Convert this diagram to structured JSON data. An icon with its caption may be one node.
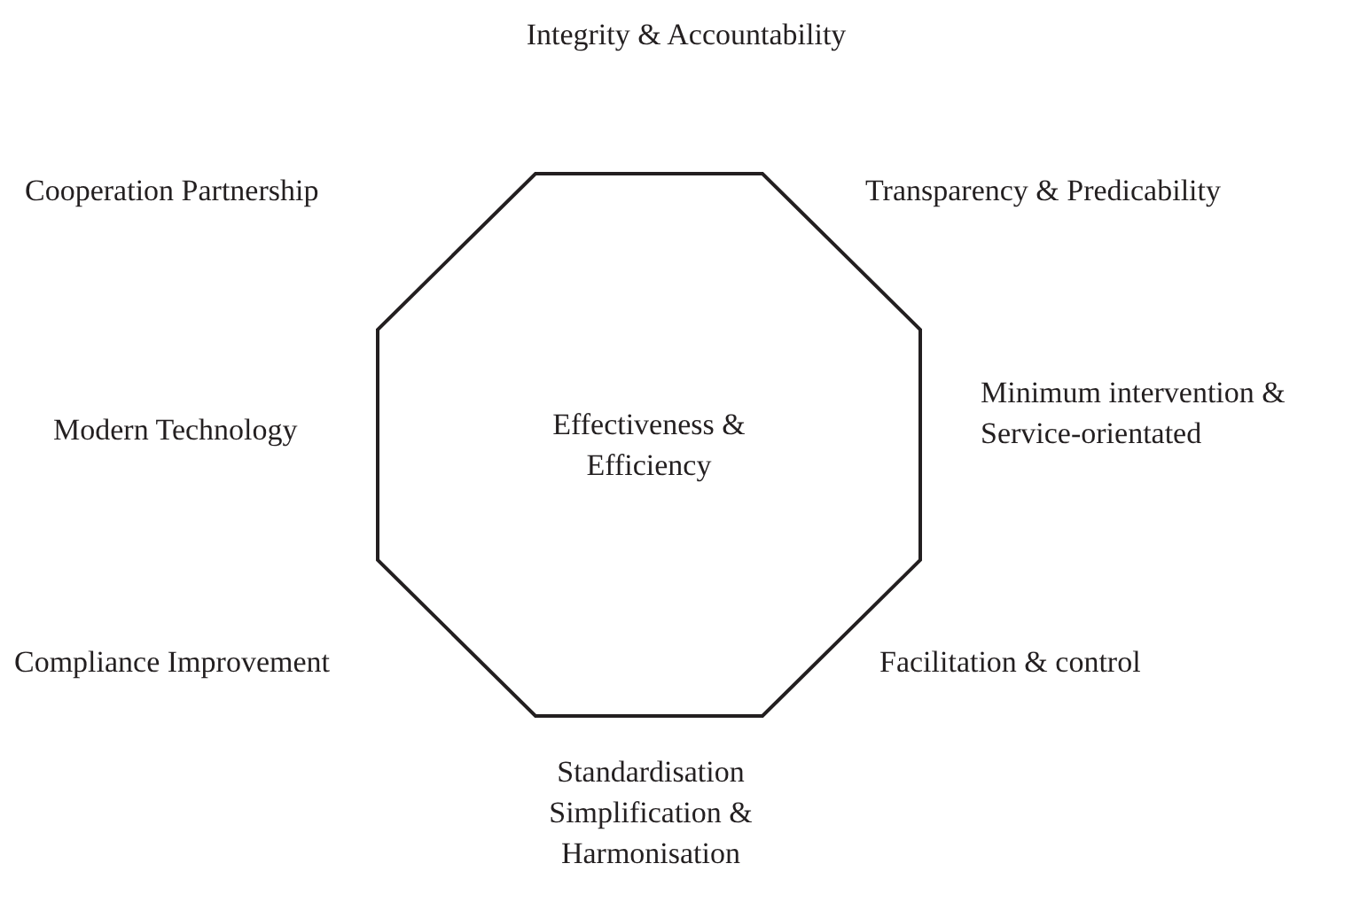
{
  "diagram": {
    "nodes": [
      {
        "text": [
          "Effectiveness & Efficiency"
        ]
      }
    ],
    "labels": [
      "Integrity & Accountability",
      "Cooperation Partnership",
      "Transparency & Predicability",
      "Minimum intervention & Service-orientated",
      "Modern Technology",
      "Compliance Improvement",
      "Facilitation & control",
      "Standardisation Simplification & Harmonisation"
    ]
  }
}
